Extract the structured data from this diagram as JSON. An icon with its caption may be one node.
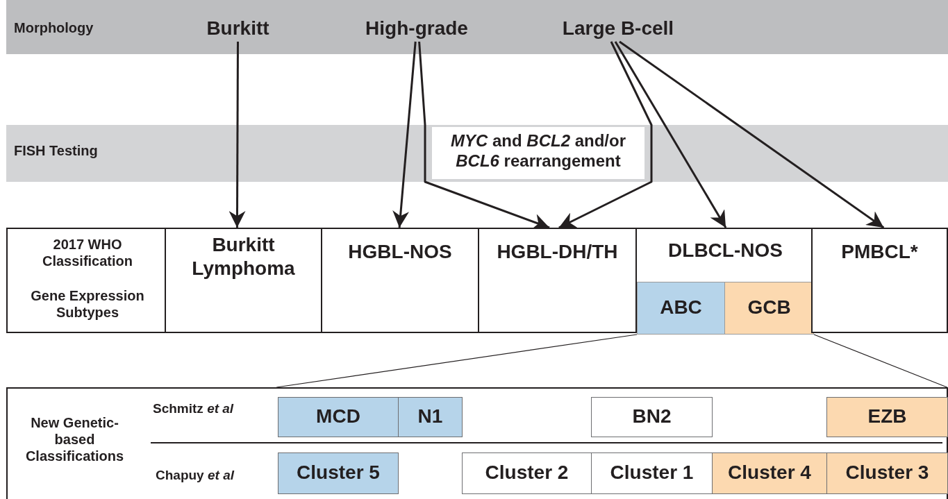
{
  "diagram": {
    "nodes": [
      {
        "text": [
          "Morphology"
        ]
      },
      {
        "text": [
          "Burkitt"
        ],
        "in": 0
      },
      {
        "text": [
          "High-grade"
        ],
        "in": 0
      },
      {
        "text": [
          "Large B-cell"
        ],
        "in": 0
      },
      {
        "text": [
          "FISH Testing"
        ]
      },
      {
        "text": [
          "*MYC* and *BCL2* and/or *BCL6* rearrangement"
        ],
        "in": 4
      },
      {
        "text": [
          "2017 WHO Classification",
          "Gene Expression Subtypes"
        ]
      },
      {
        "text": [
          "Burkitt Lymphoma"
        ]
      },
      {
        "text": [
          "HGBL-NOS"
        ]
      },
      {
        "text": [
          "HGBL-DH/TH"
        ]
      },
      {
        "text": [
          "DLBCL-NOS"
        ]
      },
      {
        "text": [
          "ABC"
        ],
        "in": 10
      },
      {
        "text": [
          "GCB"
        ],
        "in": 10
      },
      {
        "text": [
          "PMBCL*"
        ]
      },
      {
        "text": [
          "New Genetic-based Classifications"
        ]
      },
      {
        "text": [
          "MCD"
        ],
        "in": 14
      },
      {
        "text": [
          "N1"
        ],
        "in": 14
      },
      {
        "text": [
          "BN2"
        ],
        "in": 14
      },
      {
        "text": [
          "EZB"
        ],
        "in": 14
      },
      {
        "text": [
          "Cluster 5"
        ],
        "in": 14
      },
      {
        "text": [
          "Cluster 2"
        ],
        "in": 14
      },
      {
        "text": [
          "Cluster 1"
        ],
        "in": 14
      },
      {
        "text": [
          "Cluster 4"
        ],
        "in": 14
      },
      {
        "text": [
          "Cluster 3"
        ],
        "in": 14
      }
    ],
    "edges": [
      {
        "from": 1,
        "to": 7,
        "arrow": "to"
      },
      {
        "from": 2,
        "to": 8,
        "arrow": "to"
      },
      {
        "from": 2,
        "to": 9,
        "arrow": "to"
      },
      {
        "from": 3,
        "to": 9,
        "arrow": "to"
      },
      {
        "from": 3,
        "to": 10,
        "arrow": "to"
      },
      {
        "from": 3,
        "to": 13,
        "arrow": "to"
      },
      {
        "from": 11,
        "to": 14,
        "arrow": "none"
      },
      {
        "from": 12,
        "to": 14,
        "arrow": "none"
      }
    ],
    "labels": [
      "Schmitz *et al*",
      "Chapuy *et al*"
    ]
  }
}
